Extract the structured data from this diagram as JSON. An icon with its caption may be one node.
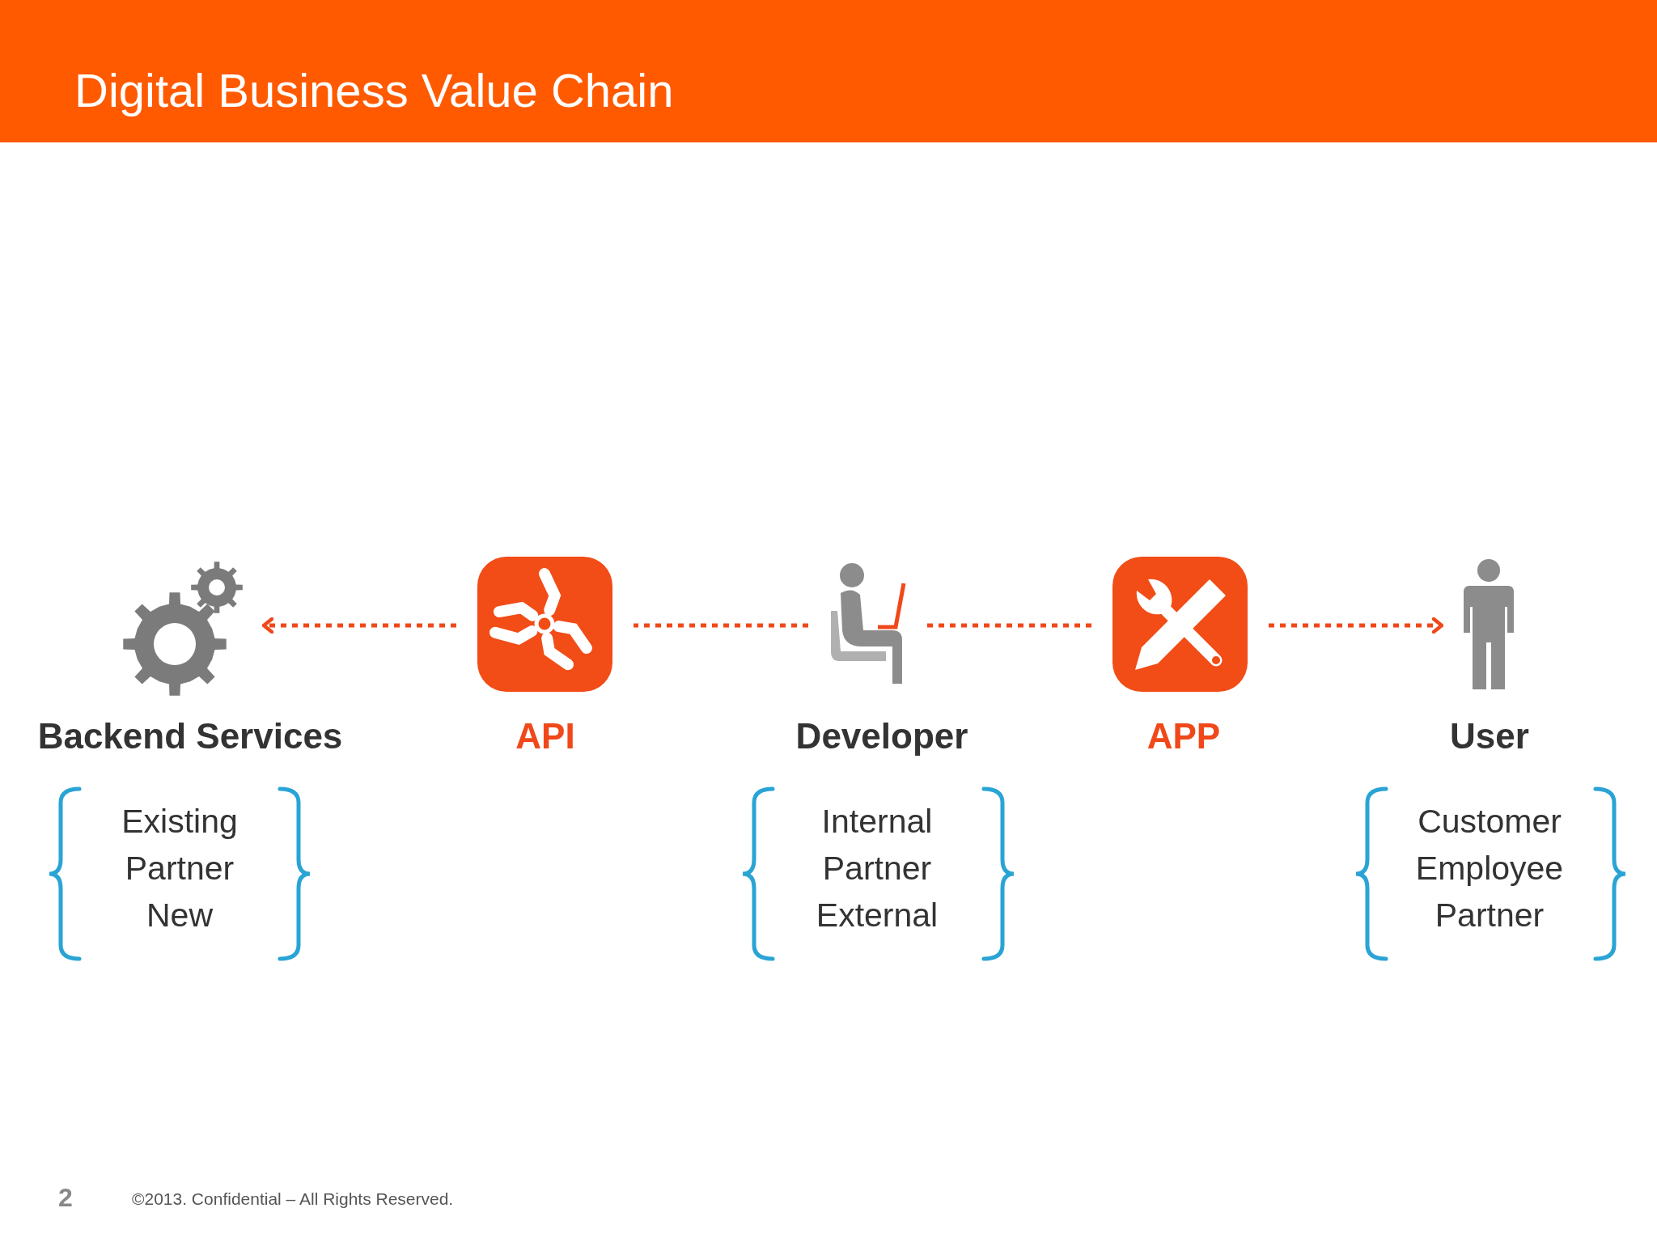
{
  "diagram": {
    "title": "Digital Business Value Chain",
    "nodes": [
      {
        "text": [
          "Backend Services"
        ],
        "beside": [
          "Existing Partner New"
        ]
      },
      {
        "text": [
          "API"
        ]
      },
      {
        "text": [
          "Developer"
        ],
        "beside": [
          "Internal Partner External"
        ]
      },
      {
        "text": [
          "APP"
        ]
      },
      {
        "text": [
          "User"
        ],
        "beside": [
          "Customer Employee Partner"
        ]
      }
    ],
    "edges": [
      {
        "from": 1,
        "to": 0,
        "arrow": "to",
        "style": "dashed"
      },
      {
        "from": 2,
        "to": 1,
        "arrow": "none",
        "style": "dashed"
      },
      {
        "from": 3,
        "to": 2,
        "arrow": "none",
        "style": "dashed"
      },
      {
        "from": 3,
        "to": 4,
        "arrow": "to",
        "style": "dashed"
      }
    ],
    "labels": [
      "2",
      "©2013. Confidential – All Rights Reserved."
    ]
  }
}
